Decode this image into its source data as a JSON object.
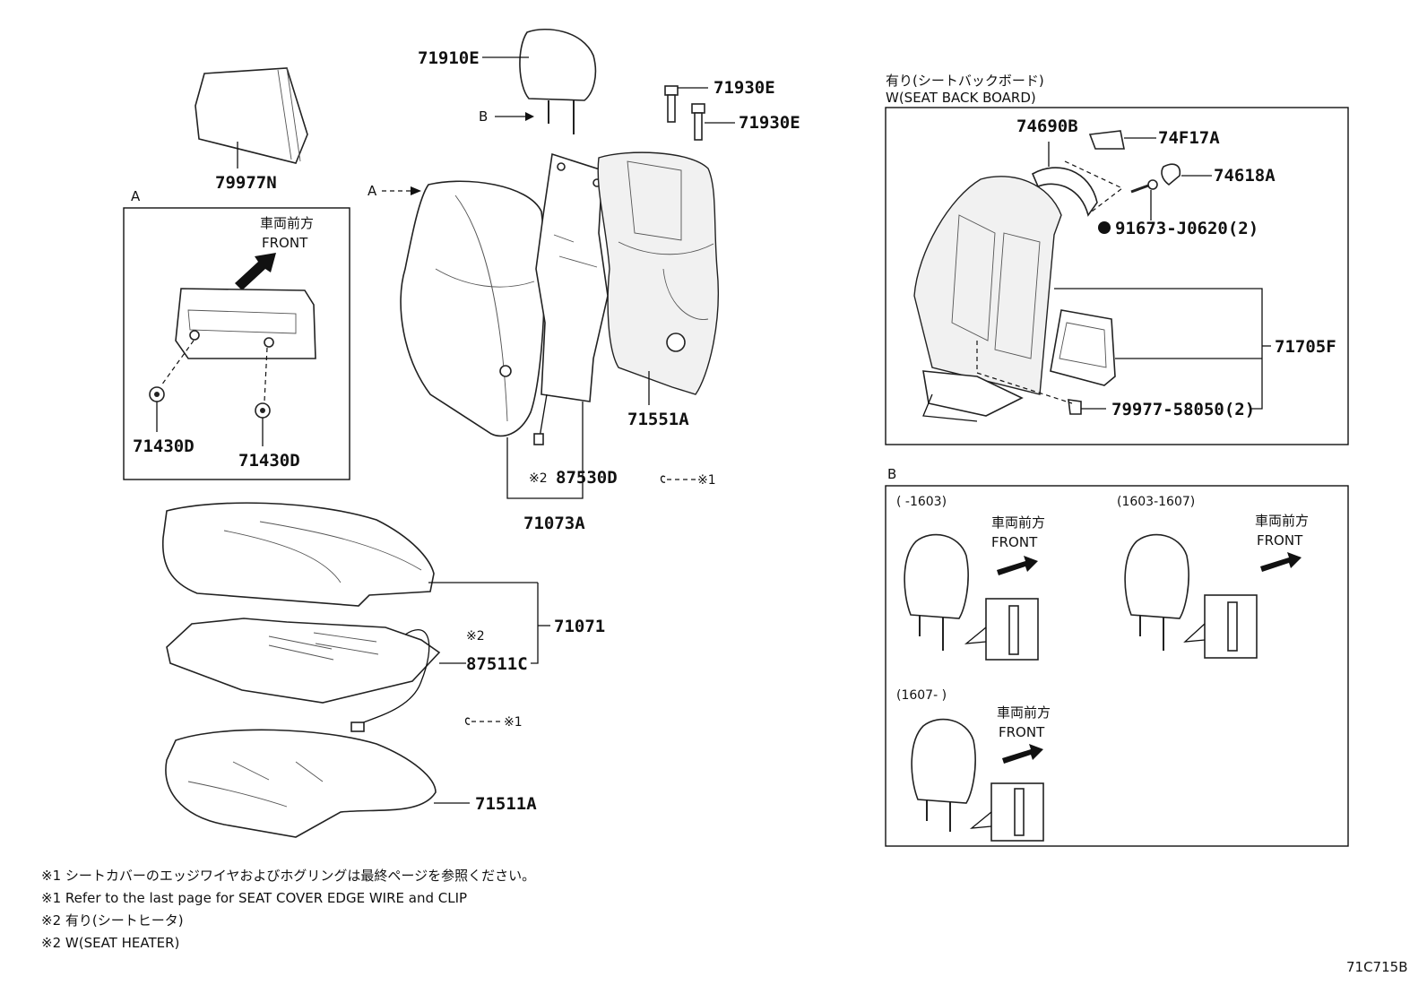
{
  "parts": {
    "p71910E": "71910E",
    "p71930E_a": "71930E",
    "p71930E_b": "71930E",
    "p79977N": "79977N",
    "p71430D_a": "71430D",
    "p71430D_b": "71430D",
    "p71551A": "71551A",
    "p87530D": "87530D",
    "p71073A": "71073A",
    "p71071": "71071",
    "p87511C": "87511C",
    "p71511A": "71511A",
    "p74690B": "74690B",
    "p74F17A": "74F17A",
    "p74618A": "74618A",
    "p91673": "91673-J0620(2)",
    "p71705F": "71705F",
    "p79977_58050": "79977-58050(2)"
  },
  "labels": {
    "A": "A",
    "B": "B",
    "A_box": "A",
    "B_box": "B",
    "front_jp": "車両前方",
    "front_en": "FRONT",
    "mark1": "※1",
    "mark2": "※2",
    "back_board_jp": "有り(シートバックボード)",
    "back_board_en": "W(SEAT BACK BOARD)",
    "range1": "(      -1603)",
    "range2": "(1603-1607)",
    "range3": "(1607-      )"
  },
  "notes": [
    "※1 シートカバーのエッジワイヤおよびホグリングは最終ページを参照ください。",
    "※1 Refer to the last page for SEAT COVER EDGE WIRE and CLIP",
    "※2 有り(シートヒータ)",
    "※2 W(SEAT HEATER)"
  ],
  "diagram_code": "71C715B"
}
